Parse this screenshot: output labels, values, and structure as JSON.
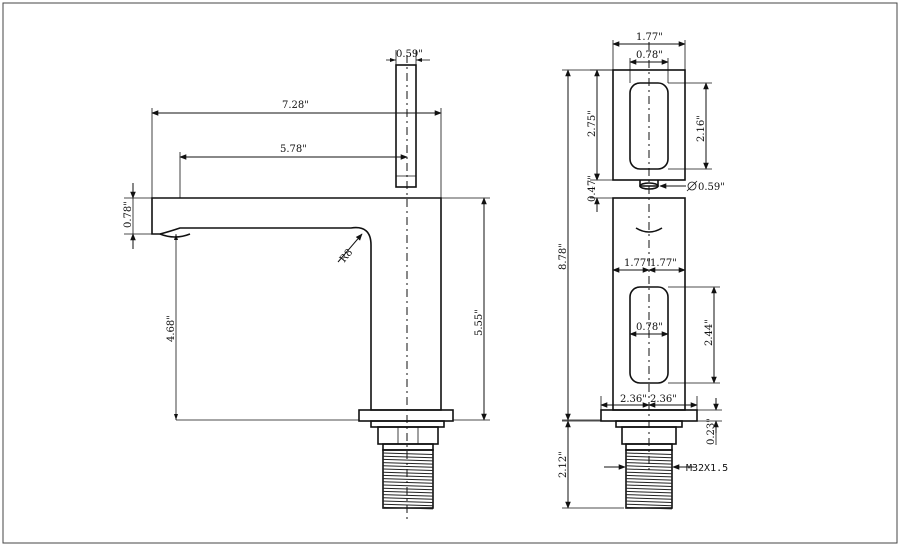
{
  "dimensions": {
    "handle_width": "0.59\"",
    "spout_length": "7.28\"",
    "spout_to_center": "5.78\"",
    "spout_height": "0.78\"",
    "radius": "R8",
    "spout_clearance": "4.68\"",
    "body_height": "5.55\"",
    "top_width": "1.77\"",
    "slot_width_top": "0.78\"",
    "handle_height": "2.75\"",
    "slot_height_top": "2.16\"",
    "gap": "0.47\"",
    "shaft_diameter": "0.59\"",
    "overall_height": "8.78\"",
    "half_width_left": "1.77\"",
    "half_width_right": "1.77\"",
    "slot_width_body": "0.78\"",
    "slot_height_body": "2.44\"",
    "base_half_left": "2.36\"",
    "base_half_right": "2.36\"",
    "base_thickness": "0.23\"",
    "thread_length": "2.12\"",
    "thread_spec": "M32X1.5"
  }
}
